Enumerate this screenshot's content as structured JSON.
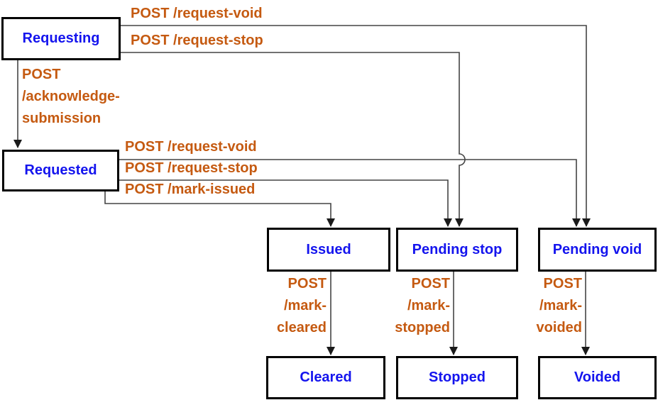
{
  "states": {
    "requesting": "Requesting",
    "requested": "Requested",
    "issued": "Issued",
    "pending_stop": "Pending stop",
    "pending_void": "Pending void",
    "cleared": "Cleared",
    "stopped": "Stopped",
    "voided": "Voided"
  },
  "transitions": {
    "requesting_request_void": "POST /request-void",
    "requesting_request_stop": "POST /request-stop",
    "acknowledge_submission": "POST\n/acknowledge-\nsubmission",
    "requested_request_void": "POST /request-void",
    "requested_request_stop": "POST /request-stop",
    "mark_issued": "POST /mark-issued",
    "mark_cleared": "POST\n/mark-\ncleared",
    "mark_stopped": "POST\n/mark-\nstopped",
    "mark_voided": "POST\n/mark-\nvoided"
  },
  "colors": {
    "state_text": "#1414ee",
    "transition_text": "#c55a11",
    "connector": "#444444",
    "box_border": "#000000",
    "background": "#ffffff"
  }
}
